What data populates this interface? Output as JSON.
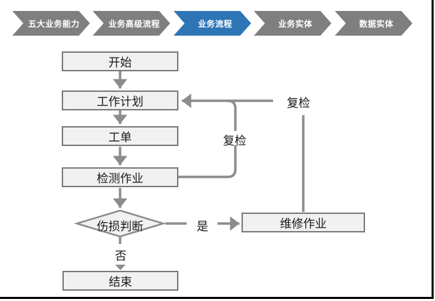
{
  "breadcrumb": {
    "items": [
      {
        "label": "五大业务能力",
        "active": false
      },
      {
        "label": "业务高级流程",
        "active": false
      },
      {
        "label": "业务流程",
        "active": true
      },
      {
        "label": "业务实体",
        "active": false
      },
      {
        "label": "数据实体",
        "active": false
      }
    ],
    "colors": {
      "active": "#2e75b6",
      "inactive": "#7f7f7f",
      "text": "#ffffff"
    }
  },
  "flowchart": {
    "nodes": {
      "start": {
        "label": "开始",
        "shape": "rect"
      },
      "work_plan": {
        "label": "工作计划",
        "shape": "rect"
      },
      "work_order": {
        "label": "工单",
        "shape": "rect"
      },
      "inspection": {
        "label": "检测作业",
        "shape": "rect"
      },
      "damage_decision": {
        "label": "伤损判断",
        "shape": "diamond"
      },
      "repair": {
        "label": "维修作业",
        "shape": "rect"
      },
      "end": {
        "label": "结束",
        "shape": "rect"
      }
    },
    "edge_labels": {
      "recheck_outer": "复检",
      "recheck_inner": "复检",
      "yes": "是",
      "no": "否"
    },
    "colors": {
      "node_fill": "#f1f1f1",
      "node_border": "#7a7a7a",
      "connector": "#8c8c8c"
    }
  }
}
